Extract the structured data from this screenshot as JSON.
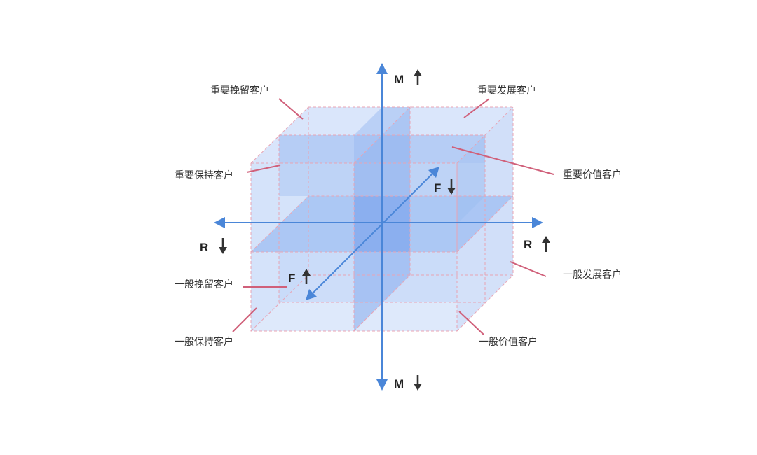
{
  "colors": {
    "axis": "#4a86d8",
    "leader": "#d0607a",
    "dashed_edge": "#e8a4b4",
    "cube_face_light": "#dfe9fb",
    "cube_face_mid": "#b9cff5",
    "cube_face_dark": "#8fb1ef",
    "label_text": "#333333"
  },
  "axes": {
    "m_up": "M",
    "m_down": "M",
    "r_up": "R",
    "r_down": "R",
    "f_up": "F",
    "f_down": "F",
    "m_up_direction": "up-arrow",
    "m_down_direction": "down-arrow",
    "r_up_direction": "up-arrow",
    "r_down_direction": "down-arrow",
    "f_up_direction": "up-arrow",
    "f_down_direction": "down-arrow"
  },
  "segments": {
    "important_retain": "重要挽留客户",
    "important_develop": "重要发展客户",
    "important_keep": "重要保持客户",
    "important_value": "重要价值客户",
    "general_retain": "一般挽留客户",
    "general_develop": "一般发展客户",
    "general_keep": "一般保持客户",
    "general_value": "一般价值客户"
  }
}
